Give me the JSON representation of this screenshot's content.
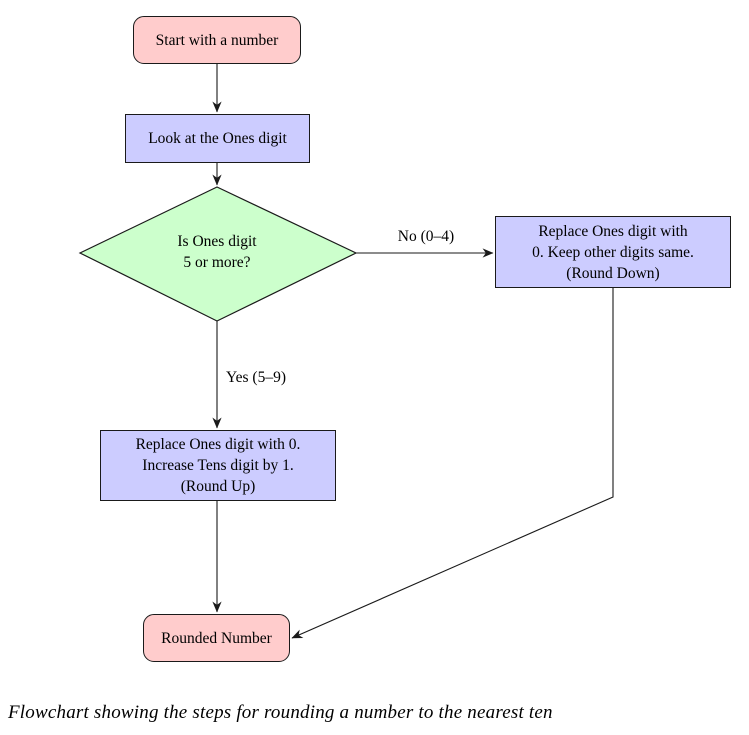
{
  "colors": {
    "terminal_fill": "#ffcccc",
    "process_fill": "#ccccff",
    "decision_fill": "#ccffcc",
    "line": "#1a1a1a"
  },
  "nodes": {
    "start": {
      "label": "Start with a number"
    },
    "look": {
      "label": "Look at the Ones digit"
    },
    "decision": {
      "line1": "Is Ones digit",
      "line2": "5 or more?"
    },
    "round_down": {
      "line1": "Replace Ones digit with",
      "line2": "0. Keep other digits same.",
      "line3": "(Round Down)"
    },
    "round_up": {
      "line1": "Replace Ones digit with 0.",
      "line2": "Increase Tens digit by 1.",
      "line3": "(Round Up)"
    },
    "result": {
      "label": "Rounded Number"
    }
  },
  "edges": {
    "no_label": "No (0–4)",
    "yes_label": "Yes (5–9)"
  },
  "caption": "Flowchart showing the steps for rounding a number to the nearest ten"
}
